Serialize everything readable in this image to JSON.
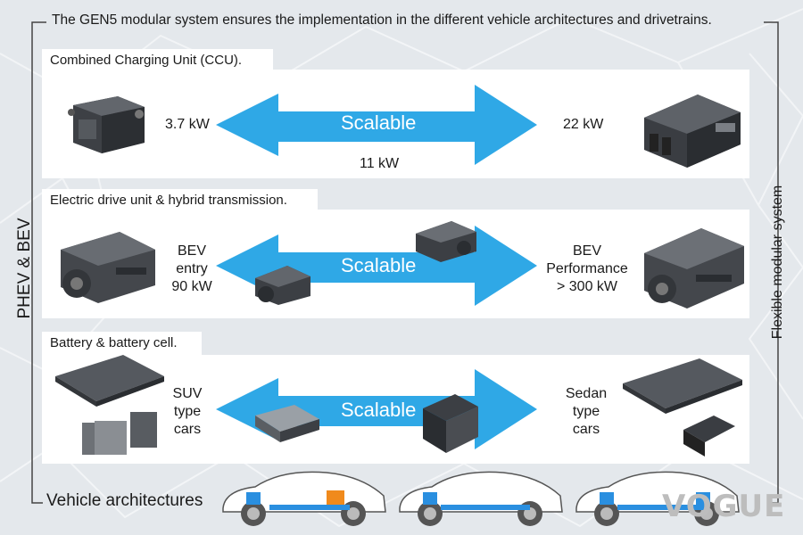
{
  "title": "The GEN5 modular system ensures the implementation in the different vehicle architectures and drivetrains.",
  "left_side_label": "PHEV & BEV",
  "right_side_label": "Flexible modular system",
  "arrow_label": "Scalable",
  "sections": [
    {
      "heading": "Combined Charging Unit (CCU).",
      "left_label": [
        "3.7 kW"
      ],
      "right_label": [
        "22 kW"
      ],
      "middle_label": "11 kW"
    },
    {
      "heading": "Electric drive unit & hybrid transmission.",
      "left_label": [
        "BEV",
        "entry",
        "90 kW"
      ],
      "right_label": [
        "BEV",
        "Performance",
        "> 300 kW"
      ]
    },
    {
      "heading": "Battery & battery cell.",
      "left_label": [
        "SUV",
        "type",
        "cars"
      ],
      "right_label": [
        "Sedan",
        "type",
        "cars"
      ]
    }
  ],
  "vehicle_architectures_label": "Vehicle architectures",
  "watermark": "VOGUE",
  "colors": {
    "arrow": "#2fa8e6",
    "background": "#e6eaee",
    "panel": "#ffffff",
    "component": "#4a4d52",
    "car_highlight_blue": "#2a8fe0",
    "car_highlight_orange": "#f08a1c"
  }
}
